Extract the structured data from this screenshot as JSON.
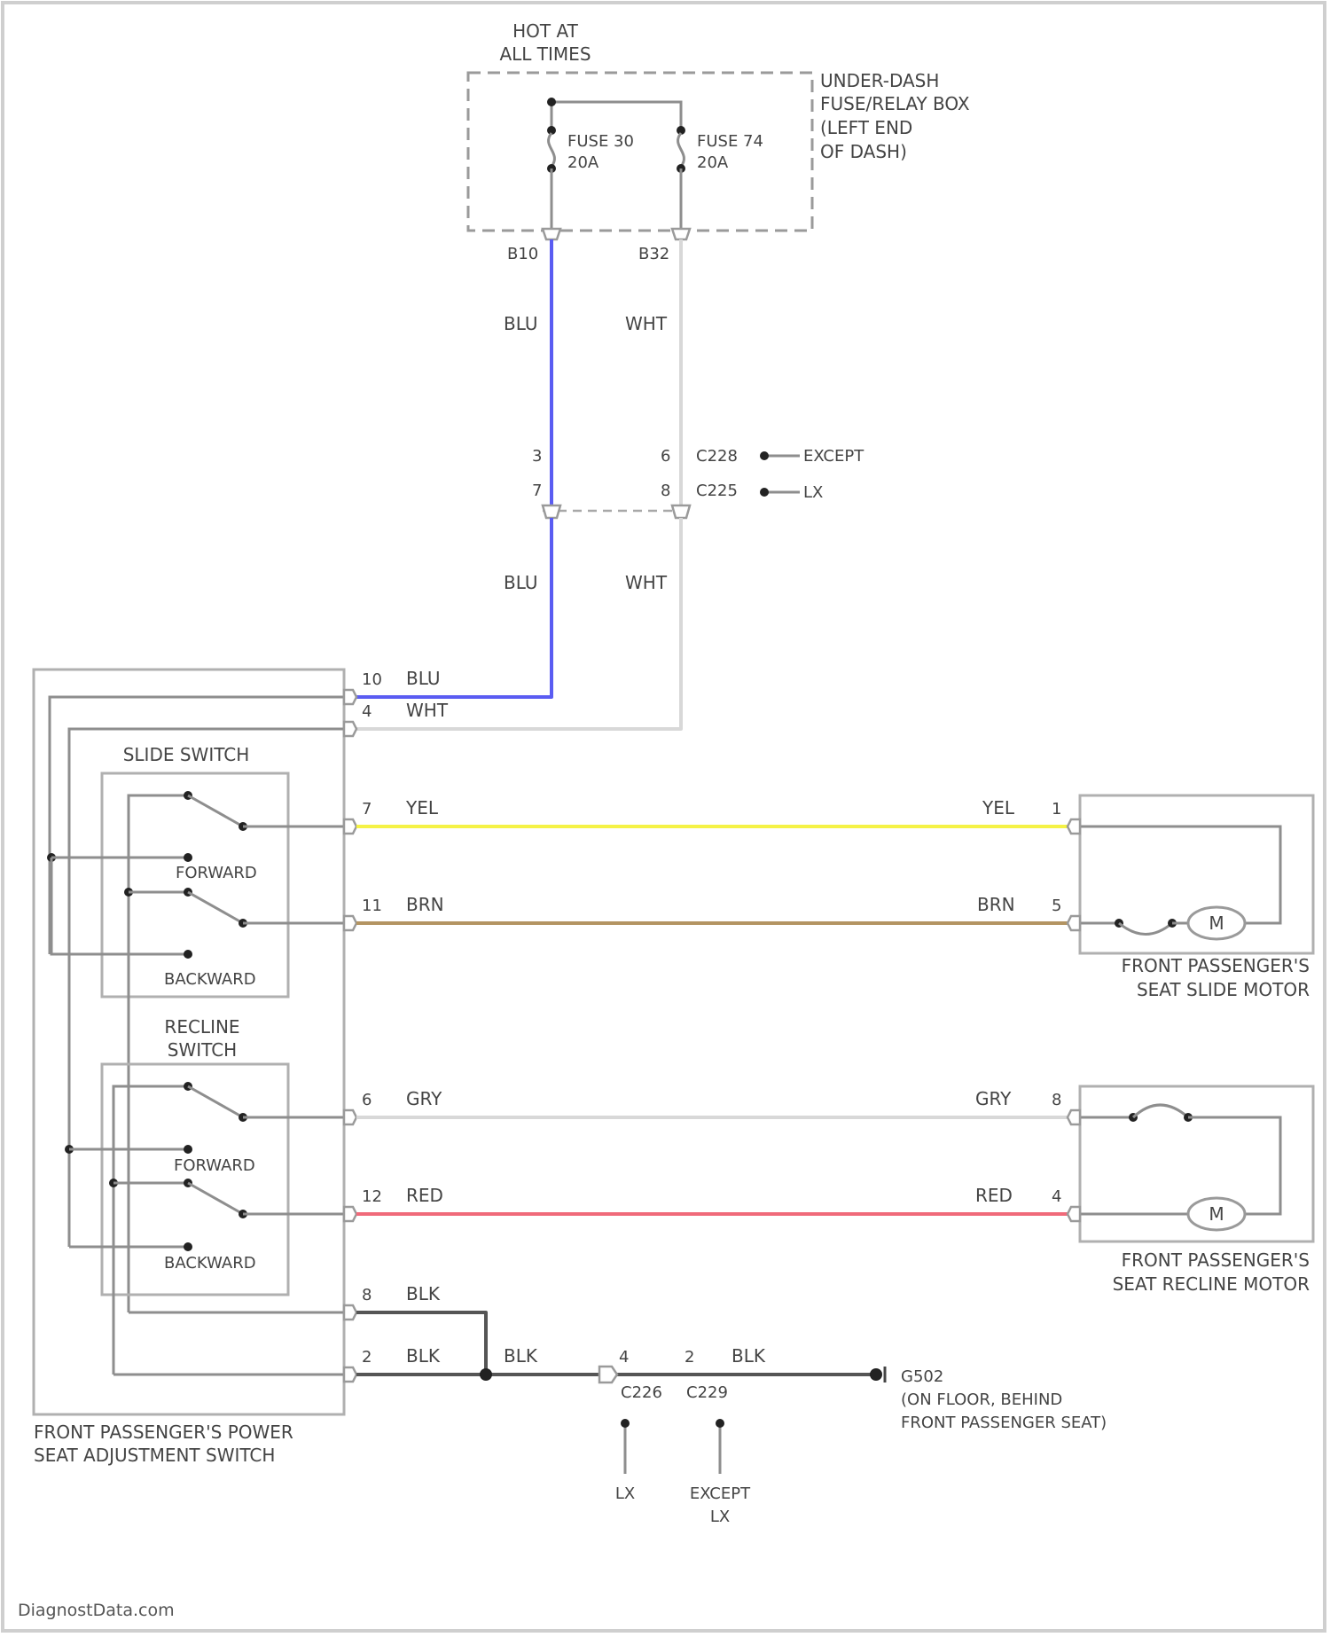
{
  "diagram": {
    "colors": {
      "BLU": "#5a5cf2",
      "WHT": "#d8d8d8",
      "YEL": "#f5f245",
      "BRN": "#b39462",
      "GRY": "#d8d8d8",
      "RED": "#f06a7a",
      "BLK": "#555555"
    },
    "power": {
      "hot_label_1": "HOT AT",
      "hot_label_2": "ALL TIMES",
      "box_label": [
        "UNDER-DASH",
        "FUSE/RELAY BOX",
        "(LEFT END",
        "OF DASH)"
      ],
      "fuse_a": [
        "FUSE 30",
        "20A"
      ],
      "fuse_b": [
        "FUSE 74",
        "20A"
      ],
      "term_a": "B10",
      "term_b": "B32"
    },
    "wires": {
      "blu": "BLU",
      "wht": "WHT",
      "yel": "YEL",
      "brn": "BRN",
      "gry": "GRY",
      "red": "RED",
      "blk": "BLK"
    },
    "mid_connector": {
      "pin_a_top": "3",
      "pin_a_bot": "7",
      "pin_b_top": "6",
      "pin_b_bot": "8",
      "code_top": "C228",
      "code_bot": "C225",
      "note_top": "EXCEPT",
      "note_bot": "LX"
    },
    "switch_assembly": {
      "name": [
        "FRONT PASSENGER'S POWER",
        "SEAT ADJUSTMENT SWITCH"
      ],
      "slide_switch": "SLIDE SWITCH",
      "recline_switch": [
        "RECLINE",
        "SWITCH"
      ],
      "forward": "FORWARD",
      "backward": "BACKWARD",
      "pins": {
        "blu": "10",
        "wht": "4",
        "yel": "7",
        "brn": "11",
        "gry": "6",
        "red": "12",
        "blk1": "8",
        "blk2": "2"
      }
    },
    "slide_motor": {
      "name": [
        "FRONT PASSENGER'S",
        "SEAT SLIDE MOTOR"
      ],
      "pin_yel": "1",
      "pin_brn": "5",
      "symbol": "M"
    },
    "recline_motor": {
      "name": [
        "FRONT PASSENGER'S",
        "SEAT RECLINE MOTOR"
      ],
      "pin_gry": "8",
      "pin_red": "4",
      "symbol": "M"
    },
    "ground": {
      "pin_left": "4",
      "pin_right": "2",
      "code_left": "C226",
      "code_right": "C229",
      "note_left": "LX",
      "note_right": [
        "EXCEPT",
        "LX"
      ],
      "name": "G502",
      "location": [
        "(ON FLOOR, BEHIND",
        "FRONT PASSENGER SEAT)"
      ]
    },
    "watermark": "DiagnostData.com"
  }
}
